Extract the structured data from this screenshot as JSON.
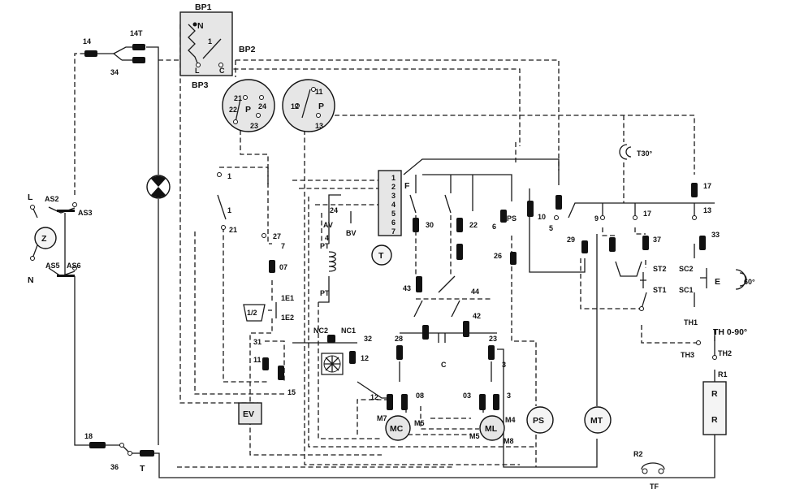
{
  "labels": {
    "bp1": "BP1",
    "bp2": "BP2",
    "bp3": "BP3",
    "bp_n": "N",
    "bp_1": "1",
    "bp_l": "L",
    "bp_c": "C",
    "t14": "14",
    "t14T": "14T",
    "t34": "34",
    "sup_L": "L",
    "sup_N": "N",
    "sup_Z": "Z",
    "as2": "AS2",
    "as3": "AS3",
    "as5": "AS5",
    "as6": "AS6",
    "t18": "18",
    "t36": "36",
    "t_T": "T",
    "p1_21": "21",
    "p1_22": "22",
    "p1_23": "23",
    "p1_24": "24",
    "p1_P": "P",
    "p2_11": "11",
    "p2_12": "12",
    "p2_13": "13",
    "p2_P": "P",
    "s1a": "1",
    "s1b": "1",
    "s21": "21",
    "s27": "27",
    "s7": "7",
    "s07": "07",
    "e1": "1E1",
    "e2": "1E2",
    "half": "1/2",
    "ev": "EV",
    "s31": "31",
    "s11": "11",
    "s15": "15",
    "nc2": "NC2",
    "nc1": "NC1",
    "s32": "32",
    "s12a": "12",
    "s12b": "12",
    "bar1": "1",
    "bar2": "2",
    "bar3": "3",
    "bar4": "4",
    "bar5": "5",
    "bar6": "6",
    "bar7": "7",
    "s24": "24",
    "av": "AV",
    "s4": "4",
    "bv": "BV",
    "pt1": "PT",
    "pt2": "PT",
    "t_circle": "T",
    "F": "F",
    "s30": "30",
    "s22": "22",
    "ps_small": "PS",
    "s6": "6",
    "s26": "26",
    "s10": "10",
    "s43": "43",
    "s44": "44",
    "s42": "42",
    "s28": "28",
    "s23": "23",
    "cap_C": "C",
    "s3a": "3",
    "s3b": "3",
    "s08": "08",
    "s03": "03",
    "m7": "M7",
    "m5a": "M5",
    "m5b": "M5",
    "m4": "M4",
    "m8": "M8",
    "mc": "MC",
    "ml": "ML",
    "ps": "PS",
    "mt": "MT",
    "s5": "5",
    "s9": "9",
    "s29": "29",
    "s17a": "17",
    "s17b": "17",
    "s37": "37",
    "st2": "ST2",
    "st1": "ST1",
    "t30": "T30°",
    "s13": "13",
    "s33": "33",
    "sc2": "SC2",
    "sc1": "SC1",
    "E": "E",
    "t60": "60°",
    "th1": "TH1",
    "th090": "TH 0-90°",
    "th2": "TH2",
    "th3": "TH3",
    "r1": "R1",
    "rA": "R",
    "rB": "R",
    "r2": "R2",
    "tf": "TF"
  }
}
